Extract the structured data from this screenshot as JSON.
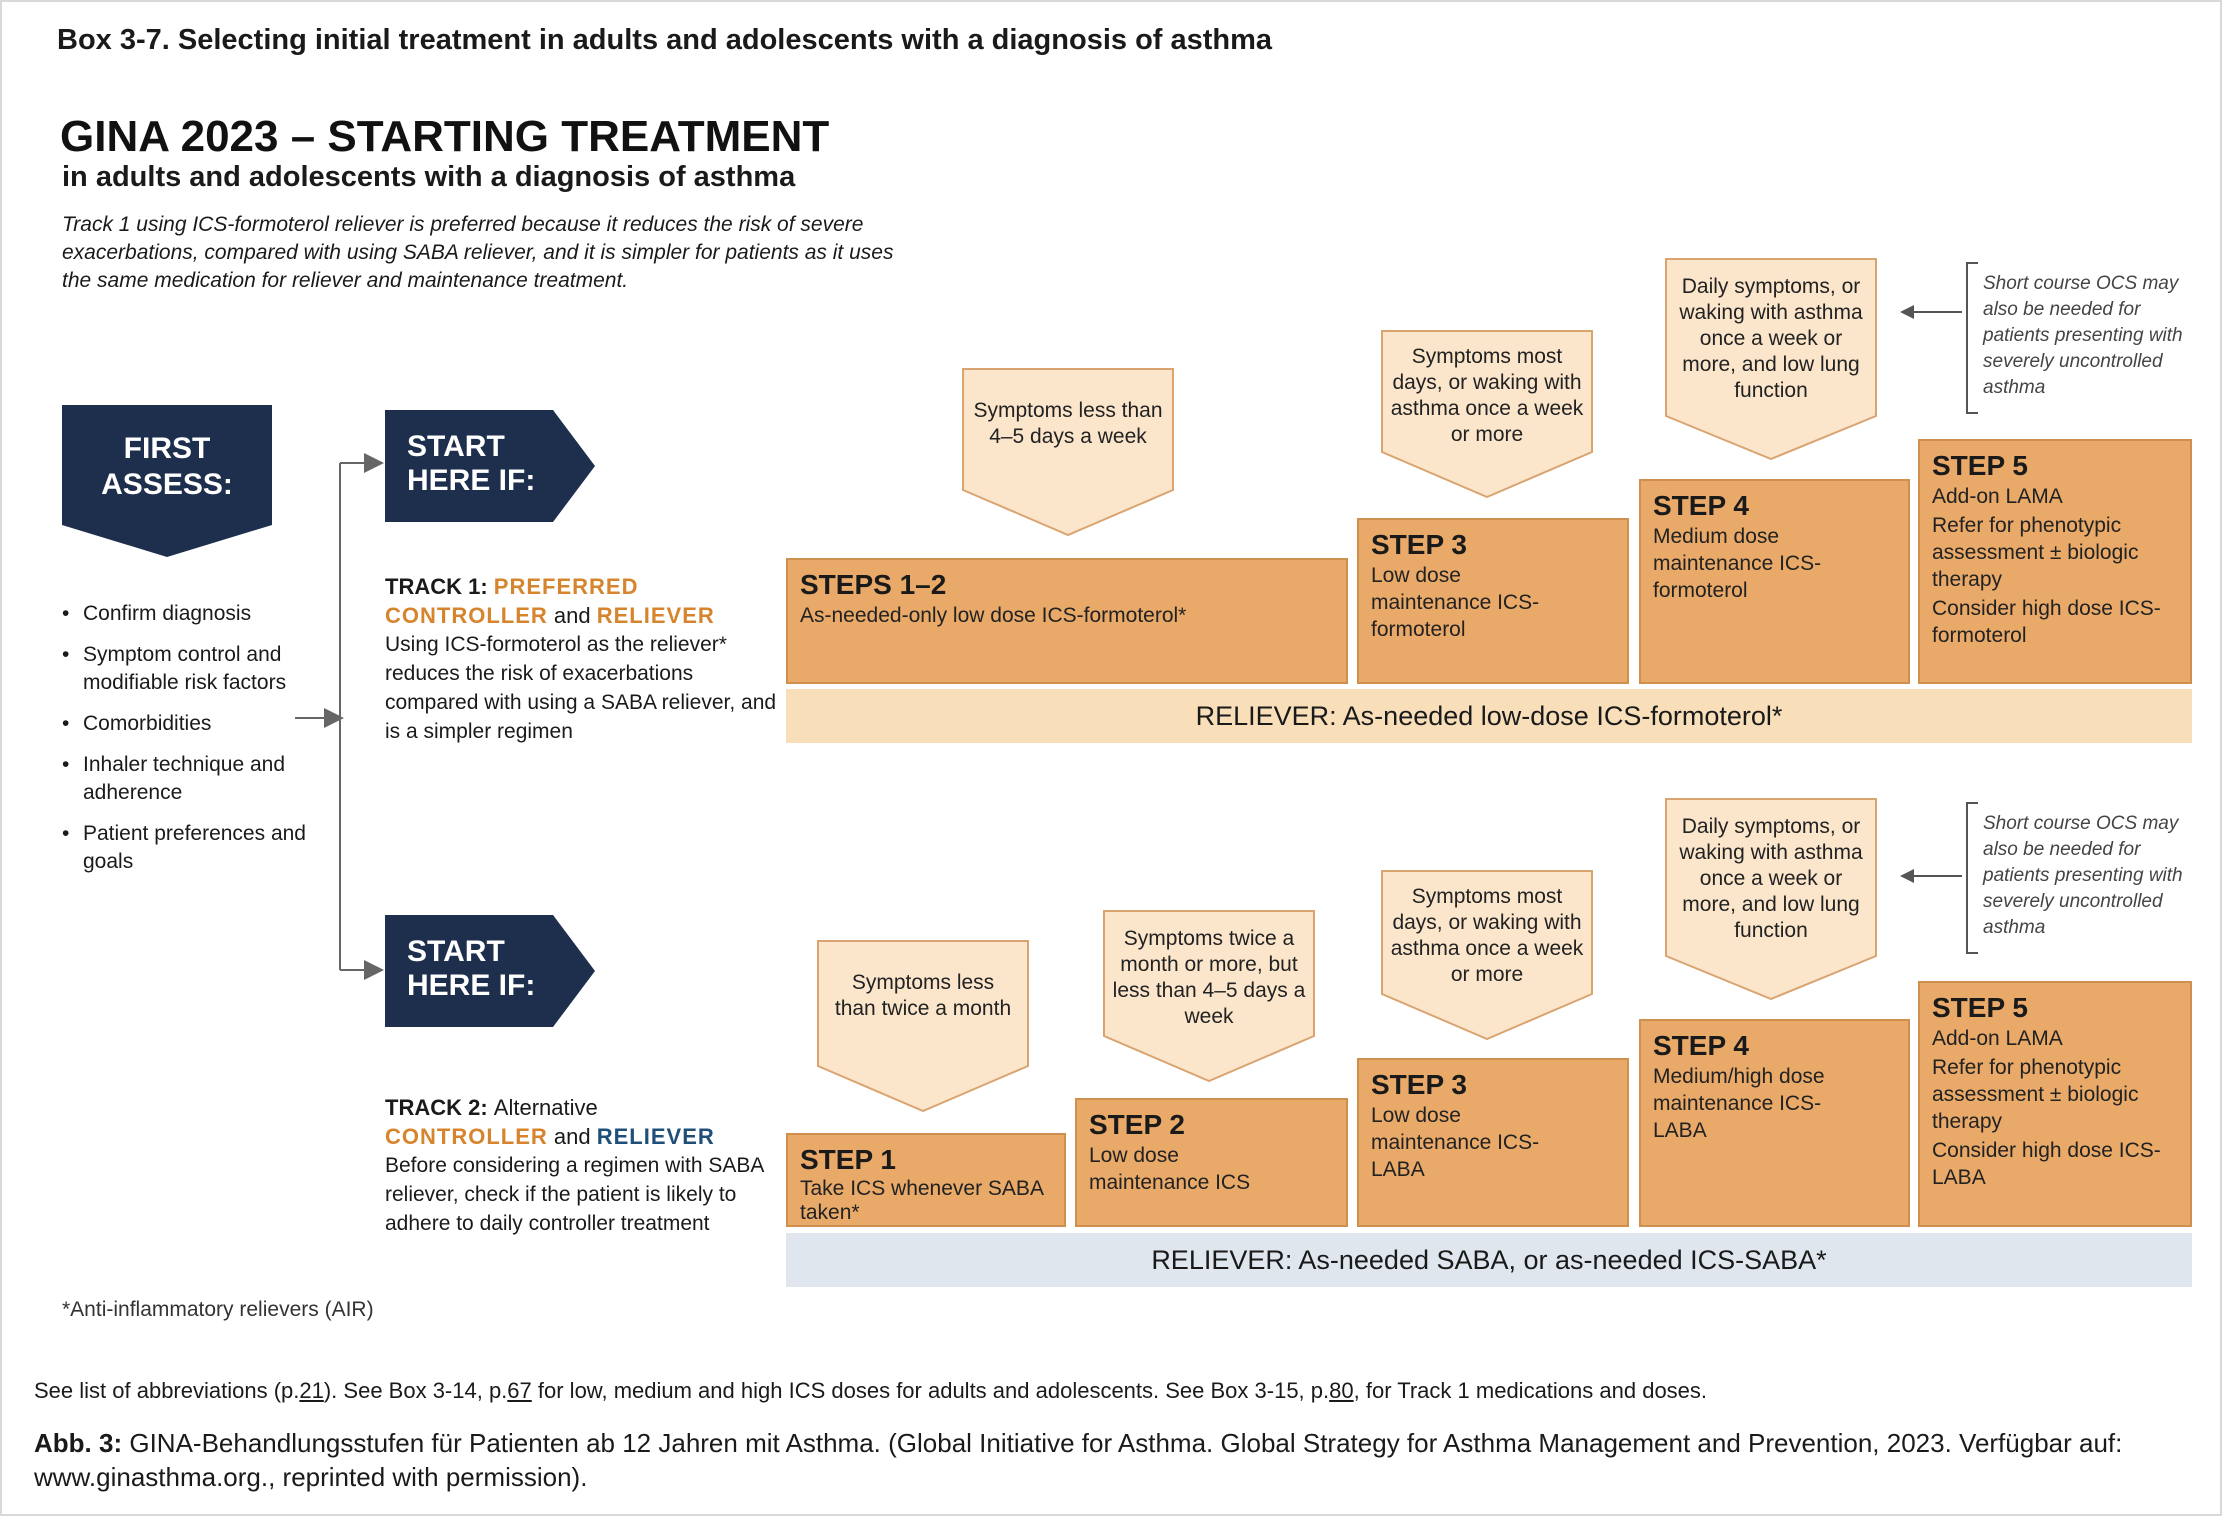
{
  "box_title": "Box 3-7. Selecting initial treatment in adults and adolescents with a diagnosis of asthma",
  "main_title": "GINA 2023 – STARTING TREATMENT",
  "sub_title": "in adults and adolescents with a diagnosis of asthma",
  "intro_text": "Track 1 using ICS-formoterol reliever is preferred because it reduces the risk of severe exacerbations, compared with using SABA reliever, and it is simpler for patients as it uses the same medication for reliever and maintenance treatment.",
  "first_assess": {
    "line1": "FIRST",
    "line2": "ASSESS:",
    "items": [
      "Confirm diagnosis",
      "Symptom control and modifiable risk factors",
      "Comorbidities",
      "Inhaler technique and adherence",
      "Patient preferences and goals"
    ]
  },
  "start_here": {
    "line1": "START",
    "line2": "HERE IF:"
  },
  "track1": {
    "label": "TRACK 1:",
    "word_preferred": "PREFERRED",
    "word_controller": "CONTROLLER",
    "word_and": "and",
    "word_reliever": "RELIEVER",
    "description": "Using ICS-formoterol as the reliever* reduces the risk of exacerbations compared with using a SABA reliever, and is a simpler regimen",
    "callouts": [
      "Symptoms less than 4–5 days a week",
      "Symptoms most days, or waking with asthma once a week or more",
      "Daily symptoms, or waking with asthma once a week or more, and low lung function"
    ],
    "ocs_note": "Short course OCS may also be needed for patients presenting with severely uncontrolled asthma",
    "steps": [
      {
        "title": "STEPS 1–2",
        "body": [
          "As-needed-only low dose ICS-formoterol*"
        ]
      },
      {
        "title": "STEP 3",
        "body": [
          "Low dose maintenance ICS-formoterol"
        ]
      },
      {
        "title": "STEP 4",
        "body": [
          "Medium dose maintenance ICS-formoterol"
        ]
      },
      {
        "title": "STEP 5",
        "body": [
          "Add-on LAMA",
          "Refer for phenotypic assessment ± biologic therapy",
          "Consider high dose ICS-formoterol"
        ]
      }
    ],
    "reliever": "RELIEVER: As-needed low-dose ICS-formoterol*"
  },
  "track2": {
    "label": "TRACK 2:",
    "word_alternative": "Alternative",
    "word_controller": "CONTROLLER",
    "word_and": "and",
    "word_reliever": "RELIEVER",
    "description": "Before considering a regimen with SABA reliever, check if the patient is likely to adhere to daily controller treatment",
    "callouts": [
      "Symptoms less than twice a month",
      "Symptoms twice a month or more, but less than 4–5 days a week",
      "Symptoms most days, or waking with asthma once a week or more",
      "Daily symptoms, or waking with asthma once a week or more, and low lung function"
    ],
    "ocs_note": "Short course OCS may also be needed for patients presenting with severely uncontrolled asthma",
    "steps": [
      {
        "title": "STEP 1",
        "body": [
          "Take ICS whenever SABA taken*"
        ]
      },
      {
        "title": "STEP 2",
        "body": [
          "Low dose maintenance ICS"
        ]
      },
      {
        "title": "STEP 3",
        "body": [
          "Low dose maintenance ICS-LABA"
        ]
      },
      {
        "title": "STEP 4",
        "body": [
          "Medium/high dose maintenance ICS-LABA"
        ]
      },
      {
        "title": "STEP 5",
        "body": [
          "Add-on LAMA",
          "Refer for phenotypic assessment ± biologic therapy",
          "Consider high dose ICS-LABA"
        ]
      }
    ],
    "reliever": "RELIEVER: As-needed SABA, or as-needed ICS-SABA*"
  },
  "footnote": "*Anti-inflammatory relievers (AIR)",
  "abbrev_line": {
    "t1": "See list of abbreviations (p.",
    "p1": "21",
    "t2": "). See Box 3-14, p.",
    "p2": "67",
    "t3": " for low, medium and high ICS doses for adults and adolescents. See Box 3-15, p.",
    "p3": "80",
    "t4": ", for Track 1 medications and doses."
  },
  "caption": {
    "label": "Abb. 3:",
    "text": "GINA-Behandlungsstufen für Patienten ab 12 Jahren mit Asthma. (Global Initiative for Asthma. Global Strategy for Asthma Management and Prevention, 2023. Verfügbar auf: www.ginasthma.org., reprinted with permission)."
  },
  "colors": {
    "navy": "#1e2f4d",
    "step_orange": "#e9a968",
    "callout_fill": "#fbe6cc",
    "reliever1_fill": "#f8dfba",
    "reliever2_fill": "#dfe6ee",
    "preferred_orange": "#d6852e",
    "reliever_blue": "#1f4e79"
  }
}
